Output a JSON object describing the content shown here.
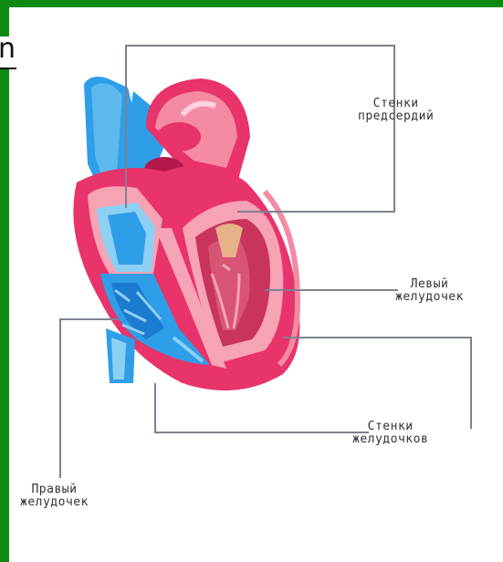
{
  "diagram": {
    "labels": {
      "atria_walls": {
        "line1": "Стенки",
        "line2": "предсердий"
      },
      "left_ventricle": {
        "line1": "Левый",
        "line2": "желудочек"
      },
      "ventricle_walls": {
        "line1": "Стенки",
        "line2": "желудочков"
      },
      "right_ventricle": {
        "line1": "Правый",
        "line2": "желудочек"
      }
    },
    "colors": {
      "border_green": "#0e8a12",
      "heart_wall": "#e8336b",
      "heart_wall_light": "#f7a3b6",
      "blood_blue": "#2f9ee8",
      "blood_blue_light": "#8cd0f4",
      "left_chamber": "#c8345c",
      "leader_line": "#7d8190"
    },
    "corner_glyph": "n"
  }
}
